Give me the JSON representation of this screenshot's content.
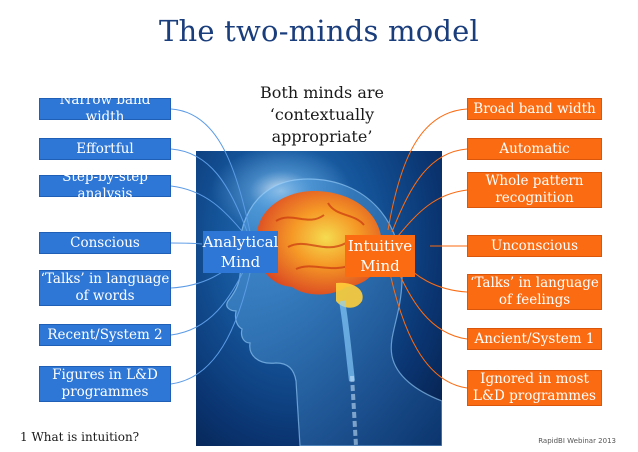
{
  "title": "The two-minds model",
  "subtitle": "Both minds are ‘contextually appropriate’",
  "colors": {
    "analytical": "#2e77d6",
    "intuitive": "#fb6b12",
    "title": "#1a3d7c"
  },
  "analytical_mind": "Analytical Mind",
  "intuitive_mind": "Intuitive Mind",
  "left_items": [
    "Narrow band width",
    "Effortful",
    "Step-by-step analysis",
    "Conscious",
    "‘Talks’ in language of words",
    "Recent/System 2",
    "Figures in L&D programmes"
  ],
  "right_items": [
    "Broad band width",
    "Automatic",
    "Whole pattern recognition",
    "Unconscious",
    "‘Talks’ in language of feelings",
    "Ancient/System 1",
    "Ignored in most L&D programmes"
  ],
  "footer_left": "1 What is intuition?",
  "footer_right": "RapidBI Webinar 2013"
}
